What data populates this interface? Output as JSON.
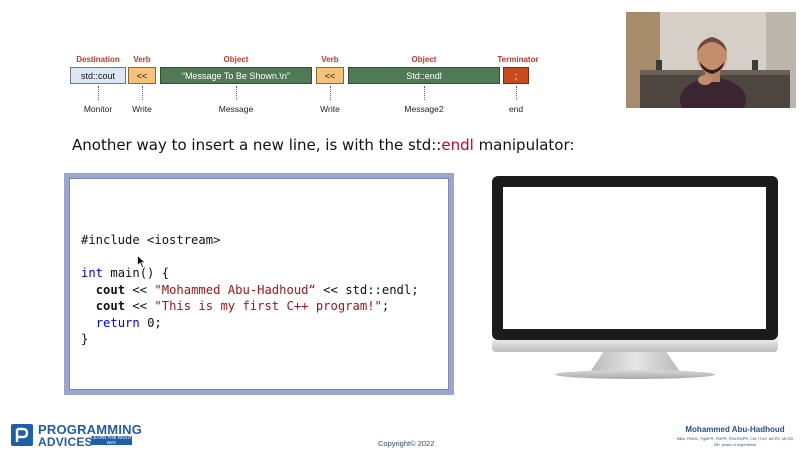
{
  "diagram": {
    "roles": [
      "Destination",
      "Verb",
      "Object",
      "Verb",
      "Object",
      "Terminator"
    ],
    "boxes": [
      "std::cout",
      "<<",
      "“Message To Be Shown.\\n”",
      "<<",
      "Std::endl",
      ";"
    ],
    "descriptions": [
      "Monitor",
      "Write",
      "Message",
      "Write",
      "Message2",
      "end"
    ]
  },
  "headline": {
    "text": "Another way to insert a new line, is with the std::",
    "highlight": "endl",
    "suffix": " manipulator:"
  },
  "code": {
    "include": "#include <iostream>",
    "int_kw": "int",
    "main_sig": " main() {",
    "cout": "cout",
    "shift": " << ",
    "string1": "\"Mohammed Abu-Hadhoud“",
    "endl": " << std::endl;",
    "string2": "\"This is my first C++ program!\"",
    "semi": ";",
    "return_kw": "return",
    "zero": "0",
    "close": "}"
  },
  "footer": {
    "logo_line1": "PROGRAMMING",
    "logo_line2": "ADVICES",
    "logo_tagline": "LEARN THE RIGHT WAY",
    "copyright": "Copyright©  2022",
    "author_name": "Mohammed Abu-Hadhoud",
    "author_creds": "MBA, PMOC, PgMP®, PMP®, PMI-RMP®, CM, ITILF, MCPD, MCSD",
    "author_experience": "26+ years of experience"
  },
  "colors": {
    "destination": "#dbe7f2",
    "verb": "#f4c27a",
    "object": "#4f7a55",
    "terminator": "#c84b1e",
    "accent_red": "#d0021b",
    "brand_blue": "#1f5fa8"
  }
}
